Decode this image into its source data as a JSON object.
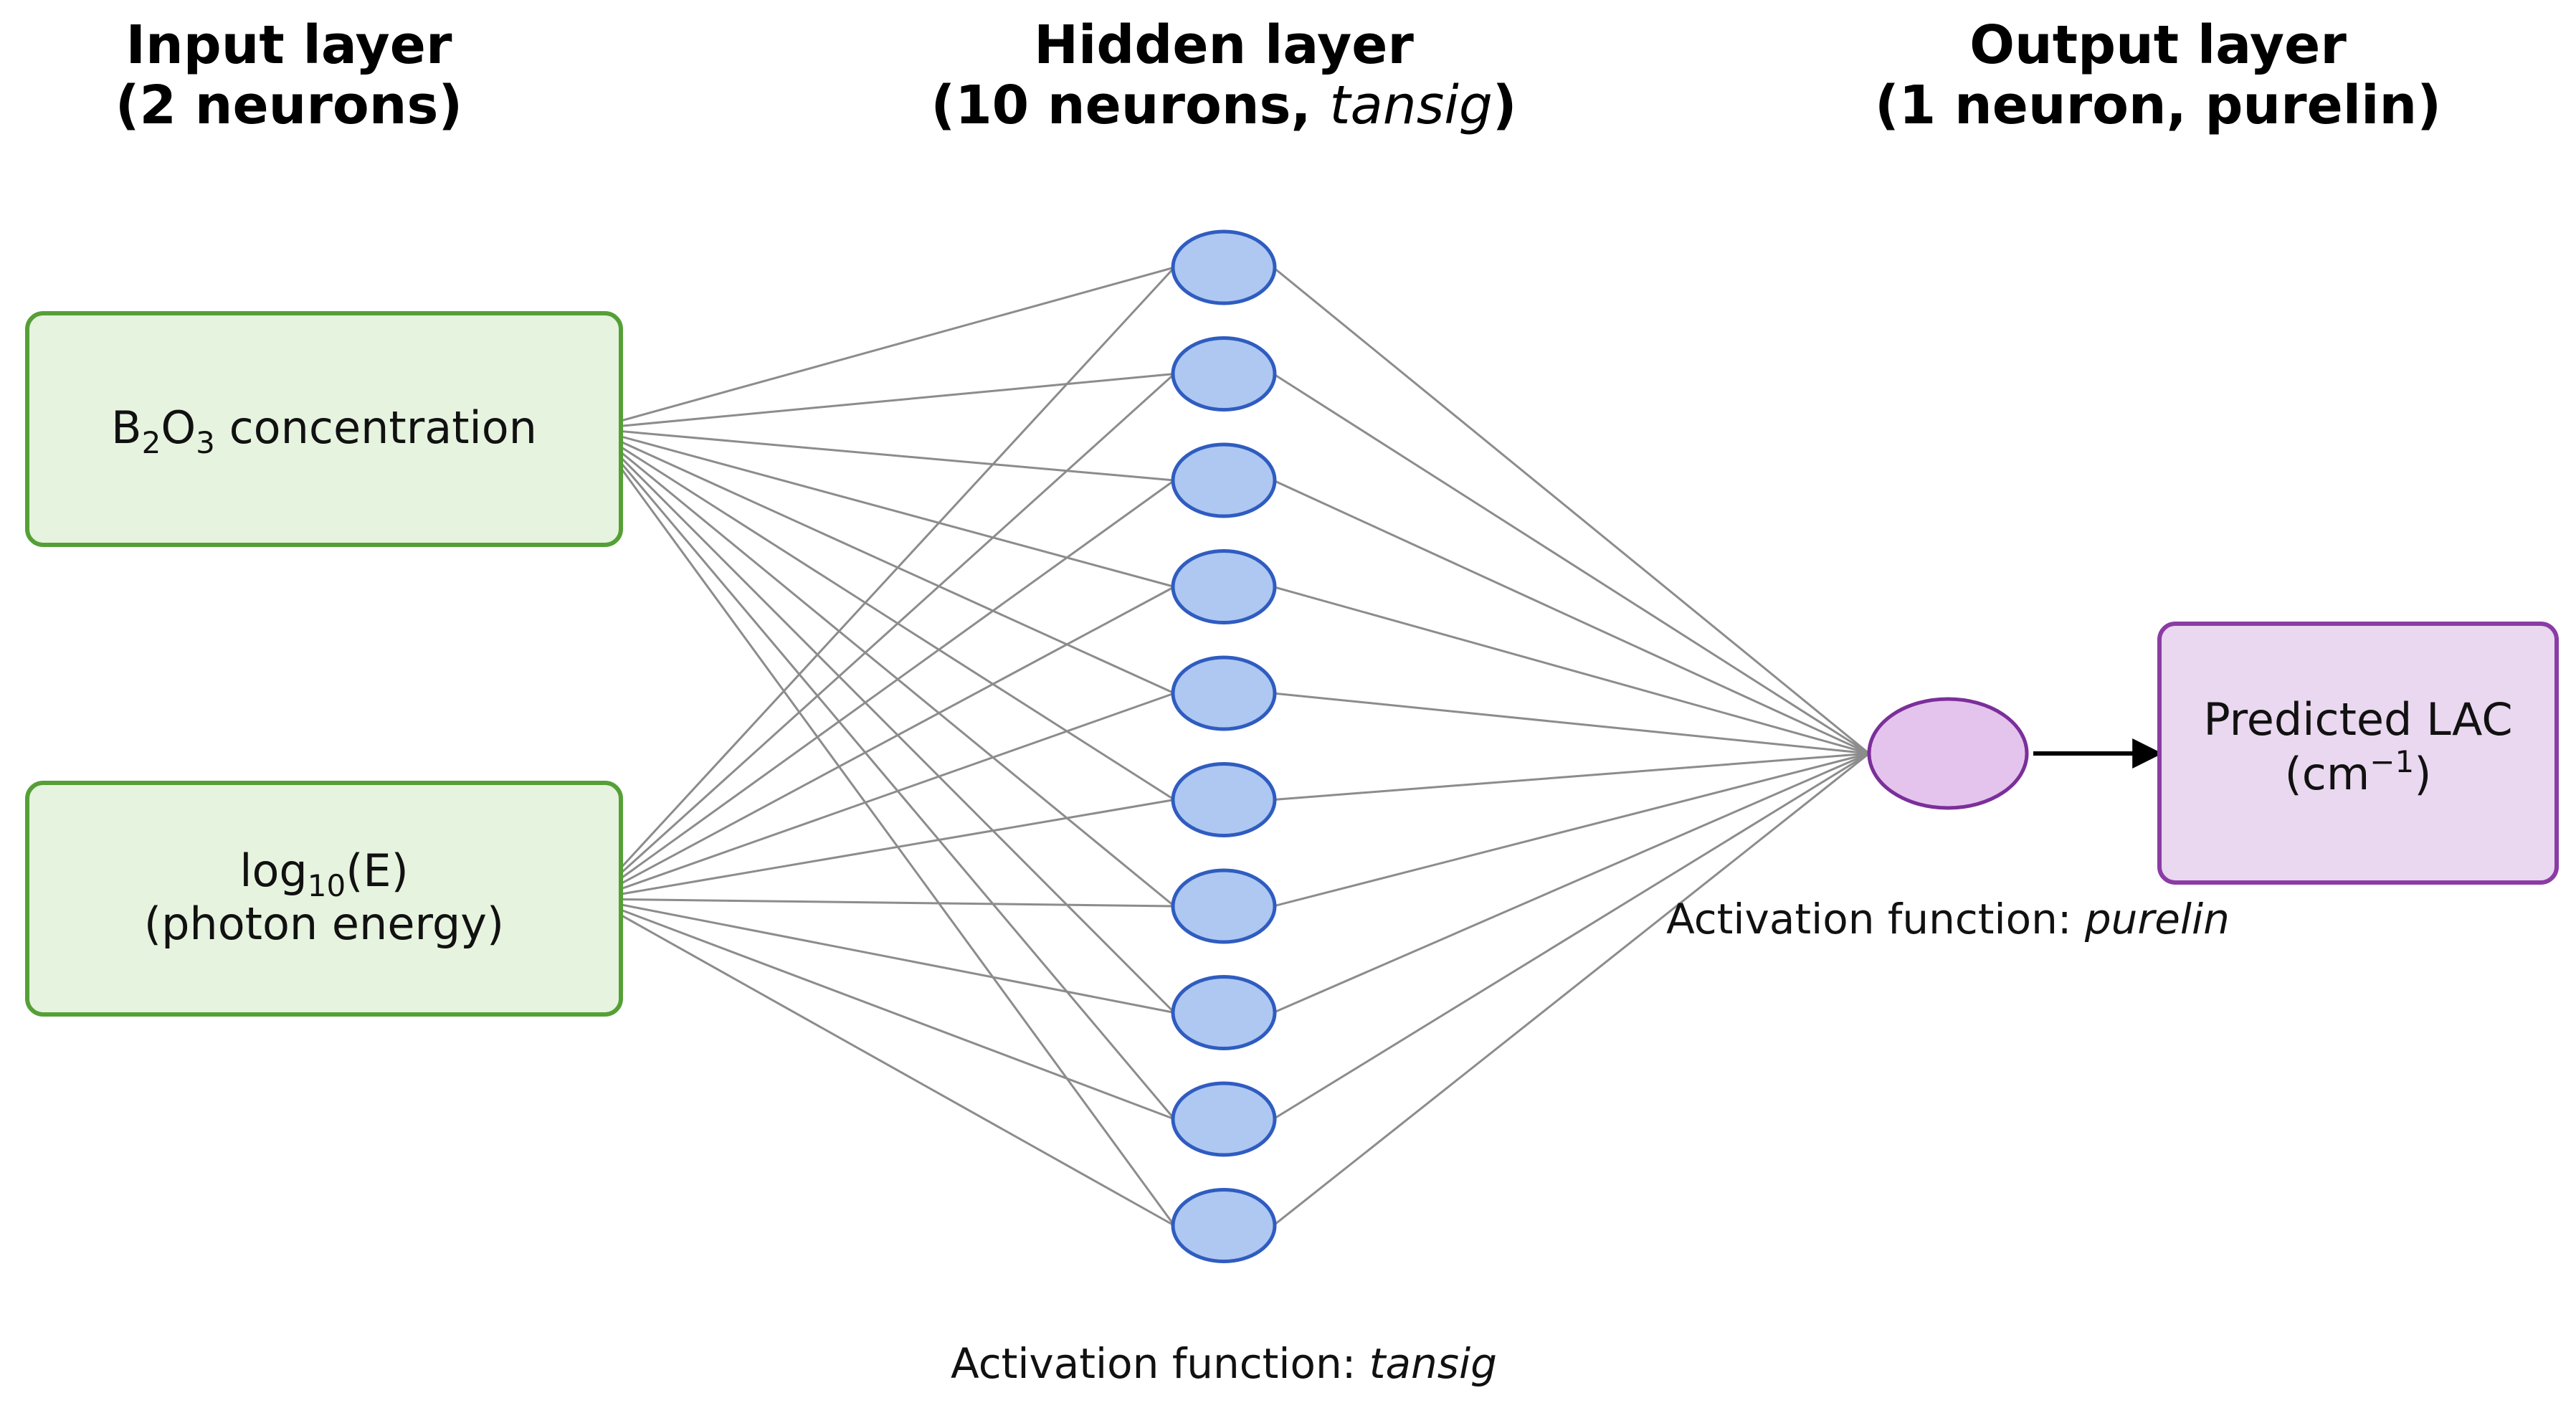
{
  "titles": {
    "input_line1": "Input layer",
    "input_line2": "(2 neurons)",
    "hidden_line1": "Hidden layer",
    "hidden_line2_pre": "(10 neurons, ",
    "hidden_line2_italic": "tansig",
    "hidden_line2_post": ")",
    "output_line1": "Output layer",
    "output_line2": "(1 neuron, purelin)"
  },
  "inputs": {
    "boron": {
      "main1": "B",
      "sub1": "2",
      "main2": "O",
      "sub2": "3",
      "rest": " concentration"
    },
    "energy": {
      "line1_main": "log",
      "line1_sub": "10",
      "line1_rest": "(E)",
      "line2": "(photon energy)"
    }
  },
  "hidden": {
    "neuron_count": 10
  },
  "output": {
    "result_line1": "Predicted LAC",
    "result_line2_pre": "(cm",
    "result_line2_sup": "−1",
    "result_line2_post": ")"
  },
  "activations": {
    "output_prefix": "Activation function: ",
    "output_fn": "purelin",
    "hidden_prefix": "Activation function: ",
    "hidden_fn": "tansig"
  },
  "colors": {
    "input_fill": "#e6f3df",
    "input_stroke": "#55a036",
    "hidden_fill": "#aec8f2",
    "hidden_stroke": "#2f5cc0",
    "output_fill": "#e4c4ec",
    "output_stroke": "#7b2f9a",
    "result_fill": "#e9d8ef",
    "result_stroke": "#8a3ca4",
    "connection": "#8c8c8c"
  }
}
